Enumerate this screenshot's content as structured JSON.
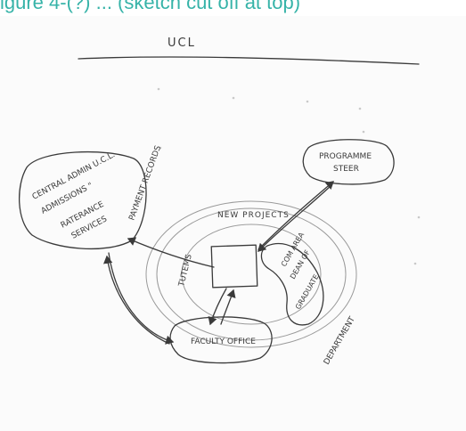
{
  "caption": "igure 4-(?) ... (sketch cut off at top)",
  "diagram": {
    "boundary_label": "UCL",
    "central_box_label": "CENTRAL ADMIN U.C.L.",
    "central_box_lines": [
      "ADMISSIONS \"",
      "RATERANCE",
      "SERVICES"
    ],
    "central_box_side_label": "PAYMENT RECORDS",
    "programme_box_label": [
      "PROGRAMME",
      "STEER"
    ],
    "faculty_box_label": "FACULTY OFFICE",
    "other_roles_label": [
      "COM AREA",
      "DEAN OF",
      "GRADUATE"
    ],
    "inner_ring_label": "NEW PROJECTS",
    "left_arc_label": "TUTEMS",
    "outer_ring_label": "DEPARTMENT"
  }
}
